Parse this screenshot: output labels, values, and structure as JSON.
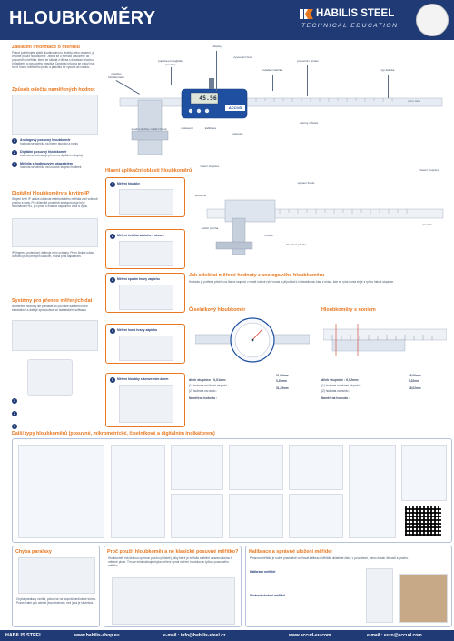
{
  "header": {
    "title": "HLOUBKOMĚRY",
    "brand_name": "HABILIS STEEL",
    "brand_sub": "TECHNICAL EDUCATION"
  },
  "intro": {
    "heading": "Základní informace o měřidlu",
    "body": "Pokud potřebujete zjistit hloubku otvoru, drážky nebo osazení, je vhodné použít hloubkoměr. Jedná se o měřidlo odvozené od posuvného měřítka, které se skládá z tělesa s dosedací plochou (můstkem) a posuvného pravítka. Dosedací plocha se položí na horní hranu měřeného prvku a pravítko se vysune až na dno."
  },
  "reading": {
    "heading": "Způsob odečtu naměřených hodnot",
    "items": [
      {
        "n": "1",
        "title": "Analogový posuvný hloubkoměr",
        "text": "hodnota se odečítá na hlavní stupnici a noniu"
      },
      {
        "n": "2",
        "title": "Digitální posuvný hloubkoměr",
        "text": "hodnota se zobrazuje přímo na digitálním displeji"
      },
      {
        "n": "3",
        "title": "Měřidla s hodinkovým ukazatelem",
        "text": "hodnota se odečítá na kruhové stupnici hodinek"
      }
    ]
  },
  "ip": {
    "heading": "Digitální hloubkoměry s krytím IP",
    "body": "Stupeň krytí IP udává odolnost elektronického měřidla vůči vniknutí prachu a vody. Pro dílenské prostředí se doporučuje krytí minimálně IP54, pro práci s chladicí kapalinou IP65 a vyšší.",
    "body2": "IP (Ingress protection) definuje míru ochrany. První číslice udává ochranu proti pevným částicím, druhá proti kapalinám."
  },
  "systems": {
    "heading": "Systémy pro přenos měřených dat",
    "body": "Naměřené hodnoty lze přenášet do počítače kabelem nebo bezdrátově a dále je zpracovávat ve statistickém softwaru."
  },
  "diagram": {
    "labels": {
      "pravitko_hloubkomeru": "pravítko hloubkoměru",
      "pojistka": "pojistka pro zajištění pravítka",
      "zamek_tlacitko": "ovládací tlačítka",
      "vysuvne_hrot": "vysouvací hrot",
      "displej": "displej",
      "posuvnik": "posuvník / jezdec",
      "spodni_cast": "spodní plocha / měřicí hrana",
      "nastaveni": "nastavení",
      "hlava_prav": "kalibrace",
      "stupnice": "stupnice",
      "patice": "opěrný můstek",
      "typ_tlac": "typ tlačítka",
      "mm_inch": "mm / inch"
    },
    "brand": "ACCUD",
    "display_value": "45.56"
  },
  "types": {
    "heading": "Hlavní aplikační oblasti hloubkoměrů",
    "items": [
      {
        "n": "1",
        "label": "Měření hloubky"
      },
      {
        "n": "2",
        "label": "Měření čelního zápichu v otvoru"
      },
      {
        "n": "3",
        "label": "Měření spodní hrany zápichu"
      },
      {
        "n": "4",
        "label": "Měření horní hrany zápichu"
      },
      {
        "n": "5",
        "label": "Měření hloubky s konvexním dnem"
      }
    ]
  },
  "analog_diagram": {
    "labels": {
      "hlavni": "hlavní stupnice",
      "posuv": "posuvník",
      "upinaci": "upínací šroub",
      "nonius": "nonius",
      "mer_cast": "měřicí plocha",
      "dosedaci": "dosedací plocha",
      "pravitko": "pravítko",
      "hl_stupnice2": "hlavní stupnice"
    }
  },
  "how_read": {
    "heading": "Jak odečítat měřené hodnoty z analogového hloubkoměru",
    "body": "Hodnotu je potřeba přečíst na hlavní stupnici v místě nulové ryhy nonia a připočítat k ní desetinnou část z místa, kde se ryha nonia kryje s ryhou hlavní stupnice."
  },
  "dial_reading": {
    "heading": "Číselníkový hloubkoměr",
    "rows": [
      {
        "label": "dílek stupnice : 0,01mm"
      },
      {
        "label": "(1) hodnota na hlavní stupnici :",
        "value": "31,00mm"
      },
      {
        "label": "(2) hodnota na noniu :",
        "value": "0,25mm"
      },
      {
        "label": "Naměřená hodnota :",
        "value": "31,25mm"
      }
    ]
  },
  "vernier_reading": {
    "heading": "Hloubkoměry s noniem",
    "rows": [
      {
        "label": "dílek stupnice : 0,02mm"
      },
      {
        "label": "(1) hodnota na hlavní stupnici :",
        "value": "48,00mm"
      },
      {
        "label": "(2) hodnota na noniu :",
        "value": "0,02mm"
      },
      {
        "label": "Naměřená hodnota :",
        "value": "48,02mm"
      }
    ]
  },
  "other_types": {
    "heading": "Další typy hloubkoměrů (posuvné, mikrometrické, číselníkové a digitálním indikátorem)"
  },
  "parallax": {
    "heading": "Chyba paralaxy",
    "body": "Chyba paralaxy vzniká, pokud se na stupnici nedíváme kolmo. Pozorovatel pak odečte jinou hodnotu, než jaká je skutečná."
  },
  "why": {
    "heading": "Proč použít hloubkoměr a ne klasické posuvné měřítko?",
    "body": "Hloubkoměr má širokou opěrnou plochu (můstek), díky které je měřidlo stabilně usazeno kolmo k měřené ploše. Tím se minimalizuje chyba měření oproti měření hloubkovou tyčkou posuvného měřítka."
  },
  "calibration": {
    "heading": "Kalibrace a správné uložení měřidel",
    "body": "Přesnost měřidla je nutné pravidelně ověřovat kalibrací. Měřidla ukládejte čistá, v pouzdrech, mimo dosah vlhkosti a prachu.",
    "sub1": "Kalibrace měřidel",
    "sub2": "Správné uložení měřidel"
  },
  "footer": {
    "logo": "HABILIS STEEL",
    "web1": "www.habilis-shop.eu",
    "mail1": "e-mail : info@habilis-steel.cz",
    "web2": "www.accud-eu.com",
    "mail2": "e-mail : euro@accud.com"
  }
}
